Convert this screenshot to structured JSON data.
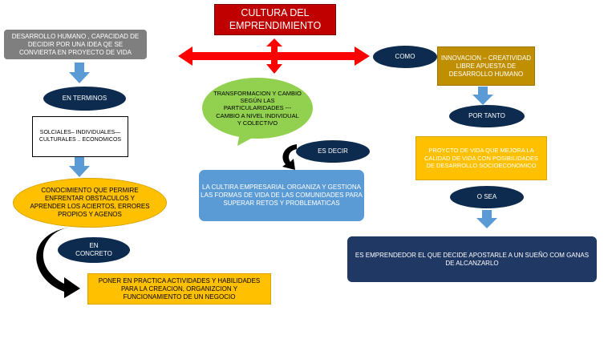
{
  "title": "CULTURA DEL\nEMPRENDIMIENTO",
  "nodes": {
    "desarrollo": "DESARROLLO HUMANO , CAPACIDAD DE\nDECIDIR POR UNA IDEA QE SE\nCONVIERTA EN PROYECTO DE VIDA",
    "en_terminos": "EN TERMINOS",
    "dimensiones": "SOLCIALES– INDIVIDUALES—\nCULTURALES .. ECONOMICOS",
    "conocimiento": "CONOCIMIENTO QUE PERMIRE\nENFRENTAR OBSTACULOS  Y\nAPRENDER LOS ACIERTOS, ERRORES\nPROPIOS Y AGENOS",
    "en_concreto": "EN\nCONCRETO",
    "poner": "PONER EN PRACTICA ACTIVIDADES Y HABILIDADES\nPARA LA CREACION, ORGANIZCION Y\nFUNCIONAMIENTO DE UN NEGOCIO",
    "transformacion": "TRANSFORMACION Y CAMBIO\nSEGÚN LAS\nPARTICULARIDADES ---\nCAMBIO A NIVEL INDIVIDUAL\nY COLECTIVO",
    "es_decir": "ES DECIR",
    "cultura_empresarial": "LA CULTIRA EMPRESARIAL ORGANIZA Y GESTIONA\nLAS FORMAS DE VIDA DE LAS COMUNIDADES  PARA\nSUPERAR RETOS  Y PROBLEMATICAS",
    "como": "COMO",
    "innovacion": "INNOVACION – CREATIVIDAD\nLIBRE  APUESTA DE\nDESARROLLO HUMANO",
    "por_tanto": "POR TANTO",
    "proyecto": "PROYCTO DE VIDA  QUE MEJORA LA\nCALIDAD DE VIDA CON POSIBILIDADES\nDE DESARROLLO SOCIOECONOMICO",
    "o_sea": "O SEA",
    "emprendedor": "ES EMPRENDEDOR EL QUE DECIDE APOSTARLE A UN SUEÑO  COM GANAS\nDE ALCANZARLO"
  },
  "colors": {
    "title_fill": "#c00000",
    "red_arrow": "#ff0000",
    "gray_box": "#7f7f7f",
    "navy_oval": "#0d2b4e",
    "yellow": "#ffc000",
    "gold_box": "#bf8f00",
    "green_callout": "#92d050",
    "blue_box": "#5b9bd5",
    "dark_blue_box": "#1f3864",
    "down_arrow": "#5b9bd5",
    "black_arrow": "#000000"
  }
}
